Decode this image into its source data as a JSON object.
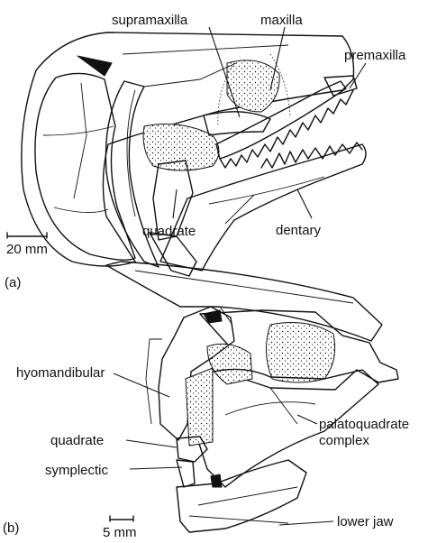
{
  "panel_a": {
    "tag": "(a)",
    "labels": {
      "supramaxilla": "supramaxilla",
      "maxilla": "maxilla",
      "premaxilla": "premaxilla",
      "quadrate": "quadrate",
      "dentary": "dentary"
    },
    "scale": "20 mm"
  },
  "panel_b": {
    "tag": "(b)",
    "labels": {
      "hyomandibular": "hyomandibular",
      "palatoquadrate_line1": "palatoquadrate",
      "palatoquadrate_line2": "complex",
      "quadrate": "quadrate",
      "symplectic": "symplectic",
      "lower_jaw": "lower jaw"
    },
    "scale": "5 mm"
  },
  "colors": {
    "ink": "#111111",
    "background": "#ffffff"
  }
}
